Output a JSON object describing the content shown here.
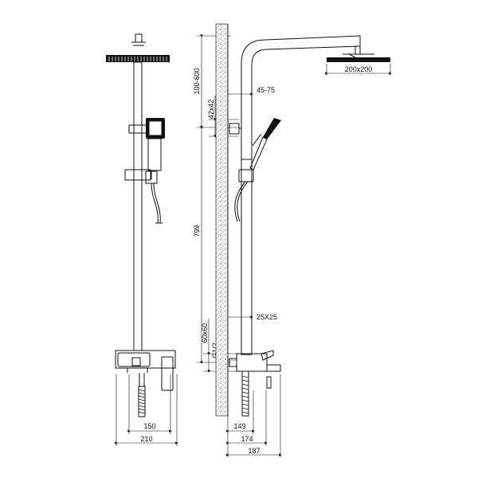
{
  "dimensions": {
    "height_range": "100-600",
    "head_bracket": "42x42",
    "rail_height": "799",
    "mixer_block": "60x60",
    "inlet_thread": "G1/2",
    "wall_gap": "45-75",
    "pipe_section": "25X25",
    "head_size": "200x200",
    "front_inner_width": "150",
    "front_outer_width": "210",
    "side_depth_1": "149",
    "side_depth_2": "174",
    "side_depth_3": "187"
  }
}
